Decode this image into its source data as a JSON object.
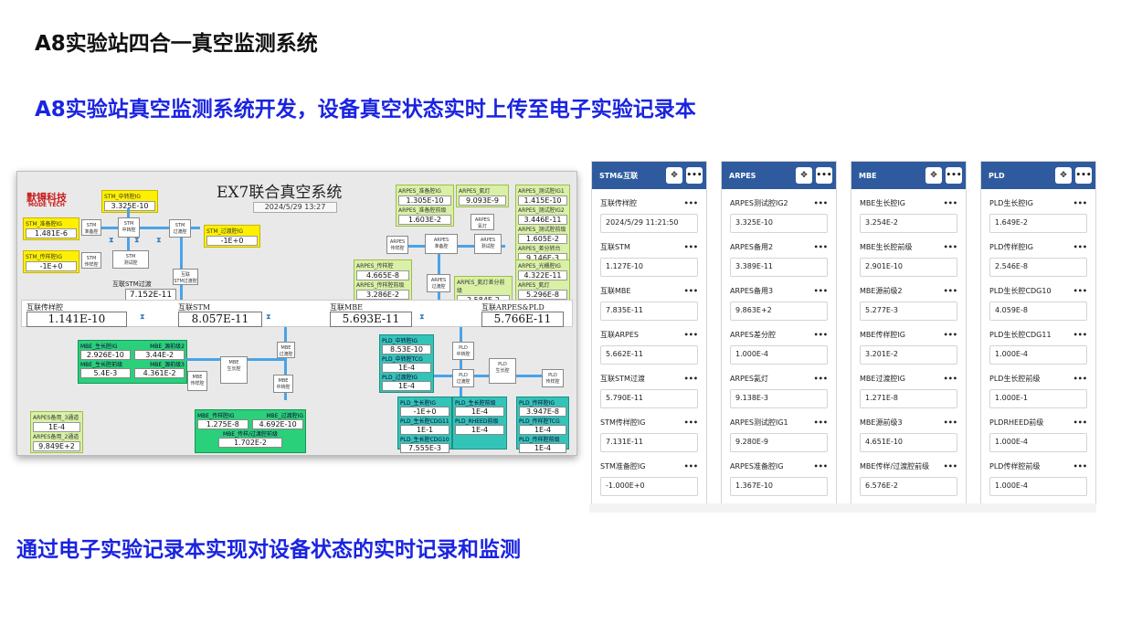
{
  "slide": {
    "title": "A8实验站四合一真空监测系统",
    "subtitle": "A8实验站真空监测系统开发，设备真空状态实时上传至电子实验记录本",
    "bottom": "通过电子实验记录本实现对设备状态的实时记录和监测"
  },
  "scada": {
    "logo": "默锝科技",
    "logo_sub": "MODE TECH",
    "title": "EX7联合真空系统",
    "datetime": "2024/5/29  13:27",
    "stm_top": [
      {
        "label": "STM_中转腔IG",
        "value": "3.325E-10"
      },
      {
        "label": "STM_准备腔IG",
        "value": "1.481E-6"
      },
      {
        "label": "STM_传样腔IG",
        "value": "-1E+0"
      },
      {
        "label": "STM_过渡腔IG",
        "value": "-1E+0"
      }
    ],
    "stm_nodes": [
      "STM\n准备腔",
      "STM\n中转腔",
      "STM\n过渡腔",
      "STM\n传样腔",
      "STM\n测试腔",
      "互联\nSTM过渡腔"
    ],
    "stm_transit_label": "互联STM过渡",
    "stm_transit_value": "7.152E-11",
    "arpes_left": [
      {
        "label": "ARPES_准备腔IG",
        "value": "1.305E-10"
      },
      {
        "label": "ARPES_准备腔前级",
        "value": "1.603E-2"
      },
      {
        "label": "ARPES_传样腔",
        "value": "4.665E-8"
      },
      {
        "label": "ARPES_传样腔前级",
        "value": "3.286E-2"
      }
    ],
    "arpes_mid": [
      {
        "label": "ARPES_氦灯",
        "value": "9.093E-9"
      },
      {
        "label": "ARPES_氦灯差分前级",
        "value": "2.584E-2"
      }
    ],
    "arpes_right": [
      {
        "label": "ARPES_测试腔IG1",
        "value": "1.415E-10"
      },
      {
        "label": "ARPES_测试腔IG2",
        "value": "3.446E-11"
      },
      {
        "label": "ARPES_测试腔前级",
        "value": "1.605E-2"
      },
      {
        "label": "ARPES_差分转台",
        "value": "9.146E-3"
      },
      {
        "label": "ARPES_光栅腔IG",
        "value": "4.322E-11"
      },
      {
        "label": "ARPES_氦灯",
        "value": "5.296E-8"
      }
    ],
    "arpes_nodes": [
      "ARPES\n传样腔",
      "ARPES\n准备腔",
      "ARPES\n测试腔",
      "ARPES\n氦灯",
      "ARPES\n过渡腔"
    ],
    "mid": [
      {
        "label": "互联传样腔",
        "value": "1.141E-10"
      },
      {
        "label": "互联STM",
        "value": "8.057E-11"
      },
      {
        "label": "互联MBE",
        "value": "5.693E-11"
      },
      {
        "label": "互联ARPES&PLD",
        "value": "5.766E-11"
      }
    ],
    "mbe_box": {
      "l1": "MBE_生长腔IG",
      "l2": "MBE_源前级2",
      "v1": "2.926E-10",
      "v2": "3.44E-2",
      "l3": "MBE_生长腔前级",
      "l4": "MBE_源前级3",
      "v3": "5.4E-3",
      "v4": "4.361E-2"
    },
    "mbe_bottom": {
      "l1": "MBE_传样腔IG",
      "l2": "MBE_过渡腔IG",
      "v1": "1.275E-8",
      "v2": "4.692E-10",
      "l3": "MBE_传样/过渡腔前级",
      "v3": "1.702E-2"
    },
    "mbe_nodes": [
      "MBE\n传样腔",
      "MBE\n生长腔",
      "MBE\n过渡腔",
      "MBE\n中转腔"
    ],
    "spare": {
      "l1": "ARPES备用_3通道",
      "v1": "1E-4",
      "l2": "ARPES备用_2通道",
      "v2": "9.849E+2"
    },
    "pld_box": [
      {
        "label": "PLD_中转腔IG",
        "value": "8.53E-10"
      },
      {
        "label": "PLD_中转腔TCG",
        "value": "1E-4"
      },
      {
        "label": "PLD_过渡腔IG",
        "value": "1E-4"
      }
    ],
    "pld_bottom_left": [
      {
        "label": "PLD_生长腔IG",
        "value": "-1E+0"
      },
      {
        "label": "PLD_生长腔CDG11",
        "value": "1E-1"
      },
      {
        "label": "PLD_生长腔CDG10",
        "value": "7.555E-3"
      }
    ],
    "pld_bottom_mid": [
      {
        "label": "PLD_生长腔前级",
        "value": "1E-4"
      },
      {
        "label": "PLD_RHEED前级",
        "value": "1E-4"
      }
    ],
    "pld_bottom_right": [
      {
        "label": "PLD_传样腔IG",
        "value": "3.947E-8"
      },
      {
        "label": "PLD_传样腔TCG",
        "value": "1E-4"
      },
      {
        "label": "PLD_传样腔前级",
        "value": "1E-4"
      }
    ],
    "pld_nodes": [
      "PLD\n中转腔",
      "PLD\n生长腔",
      "PLD\n过渡腔",
      "PLD\n传样腔"
    ]
  },
  "panels": [
    {
      "name": "STM&互联",
      "metrics": [
        {
          "label": "互联传样腔",
          "value": "2024/5/29 11:21:50"
        },
        {
          "label": "互联STM",
          "value": "1.127E-10"
        },
        {
          "label": "互联MBE",
          "value": "7.835E-11"
        },
        {
          "label": "互联ARPES",
          "value": "5.662E-11"
        },
        {
          "label": "互联STM过渡",
          "value": "5.790E-11"
        },
        {
          "label": "STM传样腔IG",
          "value": "7.131E-11"
        },
        {
          "label": "STM准备腔IG",
          "value": "-1.000E+0"
        }
      ]
    },
    {
      "name": "ARPES",
      "metrics": [
        {
          "label": "ARPES测试腔IG2",
          "value": "3.325E-10"
        },
        {
          "label": "ARPES备用2",
          "value": "3.389E-11"
        },
        {
          "label": "ARPES备用3",
          "value": "9.863E+2"
        },
        {
          "label": "ARPES差分腔",
          "value": "1.000E-4"
        },
        {
          "label": "ARPES氦灯",
          "value": "9.138E-3"
        },
        {
          "label": "ARPES测试腔IG1",
          "value": "9.280E-9"
        },
        {
          "label": "ARPES准备腔IG",
          "value": "1.367E-10"
        }
      ]
    },
    {
      "name": "MBE",
      "metrics": [
        {
          "label": "MBE生长腔IG",
          "value": "3.254E-2"
        },
        {
          "label": "MBE生长腔前级",
          "value": "2.901E-10"
        },
        {
          "label": "MBE源前级2",
          "value": "5.277E-3"
        },
        {
          "label": "MBE传样腔IG",
          "value": "3.201E-2"
        },
        {
          "label": "MBE过渡腔IG",
          "value": "1.271E-8"
        },
        {
          "label": "MBE源前级3",
          "value": "4.651E-10"
        },
        {
          "label": "MBE传样/过渡腔前级",
          "value": "6.576E-2"
        }
      ]
    },
    {
      "name": "PLD",
      "metrics": [
        {
          "label": "PLD生长腔IG",
          "value": "1.649E-2"
        },
        {
          "label": "PLD传样腔IG",
          "value": "2.546E-8"
        },
        {
          "label": "PLD生长腔CDG10",
          "value": "4.059E-8"
        },
        {
          "label": "PLD生长腔CDG11",
          "value": "1.000E-4"
        },
        {
          "label": "PLD生长腔前级",
          "value": "1.000E-1"
        },
        {
          "label": "PLDRHEED前级",
          "value": "1.000E-4"
        },
        {
          "label": "PLD传样腔前级",
          "value": "1.000E-4"
        }
      ]
    }
  ],
  "icons": {
    "expand": "expand-icon",
    "more": "more-icon"
  }
}
